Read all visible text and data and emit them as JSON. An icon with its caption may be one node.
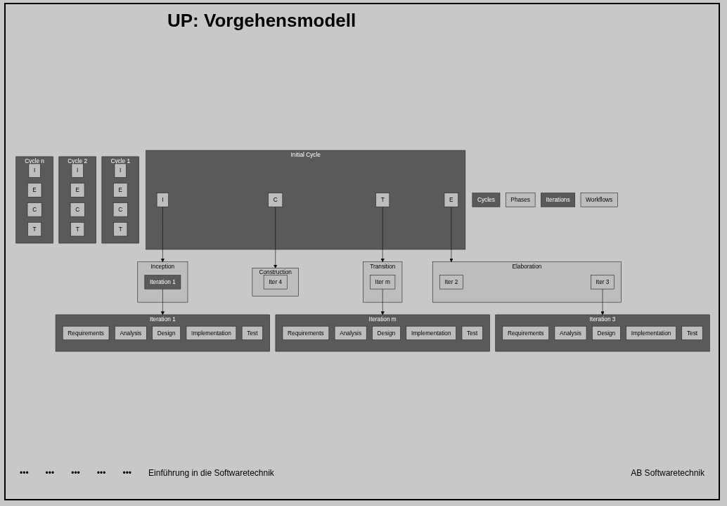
{
  "diagram": {
    "title": "UP: Vorgehensmodell",
    "nodes": [
      {
        "text": [
          "Initial Cycle"
        ]
      },
      {
        "text": [
          "I"
        ],
        "in": 0
      },
      {
        "text": [
          "E"
        ],
        "in": 0
      },
      {
        "text": [
          "C"
        ],
        "in": 0
      },
      {
        "text": [
          "T"
        ],
        "in": 0
      },
      {
        "text": [
          "Cycle 1"
        ]
      },
      {
        "text": [
          "I"
        ],
        "in": 5
      },
      {
        "text": [
          "E"
        ],
        "in": 5
      },
      {
        "text": [
          "C"
        ],
        "in": 5
      },
      {
        "text": [
          "T"
        ],
        "in": 5
      },
      {
        "text": [
          "Cycle 2"
        ]
      },
      {
        "text": [
          "I"
        ],
        "in": 10
      },
      {
        "text": [
          "E"
        ],
        "in": 10
      },
      {
        "text": [
          "C"
        ],
        "in": 10
      },
      {
        "text": [
          "T"
        ],
        "in": 10
      },
      {
        "text": [
          "Cycle n"
        ]
      },
      {
        "text": [
          "I"
        ],
        "in": 15
      },
      {
        "text": [
          "E"
        ],
        "in": 15
      },
      {
        "text": [
          "C"
        ],
        "in": 15
      },
      {
        "text": [
          "T"
        ],
        "in": 15
      },
      {
        "text": [
          "Cycles"
        ]
      },
      {
        "text": [
          "Inception"
        ]
      },
      {
        "text": [
          "Iteration 1"
        ],
        "in": 21
      },
      {
        "text": [
          "Elaboration"
        ]
      },
      {
        "text": [
          "Iter 2"
        ],
        "in": 23
      },
      {
        "text": [
          "Iter 3"
        ],
        "in": 23
      },
      {
        "text": [
          "Construction"
        ]
      },
      {
        "text": [
          "Iter 4"
        ],
        "in": 26
      },
      {
        "text": [
          "Transition"
        ]
      },
      {
        "text": [
          "Iter m"
        ],
        "in": 28
      },
      {
        "text": [
          "Phases"
        ]
      },
      {
        "text": [
          "Iteration 1"
        ]
      },
      {
        "text": [
          "Requirements"
        ],
        "in": 31
      },
      {
        "text": [
          "Analysis"
        ],
        "in": 31
      },
      {
        "text": [
          "Design"
        ],
        "in": 31
      },
      {
        "text": [
          "Implementation"
        ],
        "in": 31
      },
      {
        "text": [
          "Test"
        ],
        "in": 31
      },
      {
        "text": [
          "Iteration 3"
        ]
      },
      {
        "text": [
          "Requirements"
        ],
        "in": 37
      },
      {
        "text": [
          "Analysis"
        ],
        "in": 37
      },
      {
        "text": [
          "Design"
        ],
        "in": 37
      },
      {
        "text": [
          "Implementation"
        ],
        "in": 37
      },
      {
        "text": [
          "Test"
        ],
        "in": 37
      },
      {
        "text": [
          "Iteration m"
        ]
      },
      {
        "text": [
          "Requirements"
        ],
        "in": 43
      },
      {
        "text": [
          "Analysis"
        ],
        "in": 43
      },
      {
        "text": [
          "Design"
        ],
        "in": 43
      },
      {
        "text": [
          "Implementation"
        ],
        "in": 43
      },
      {
        "text": [
          "Test"
        ],
        "in": 43
      },
      {
        "text": [
          "Iterations"
        ]
      },
      {
        "text": [
          "Workflows"
        ]
      }
    ],
    "edges": [
      {
        "from": 1,
        "to": 21,
        "arrow": "to"
      },
      {
        "from": 2,
        "to": 23,
        "arrow": "to"
      },
      {
        "from": 3,
        "to": 26,
        "arrow": "to"
      },
      {
        "from": 4,
        "to": 28,
        "arrow": "to"
      },
      {
        "from": 22,
        "to": 31,
        "arrow": "to"
      },
      {
        "from": 25,
        "to": 37,
        "arrow": "to"
      },
      {
        "from": 29,
        "to": 43,
        "arrow": "to"
      }
    ],
    "labels": [
      "•••",
      "•••",
      "•••",
      "•••",
      "•••",
      "Einführung in die Softwaretechnik",
      "AB Softwaretechnik"
    ]
  }
}
